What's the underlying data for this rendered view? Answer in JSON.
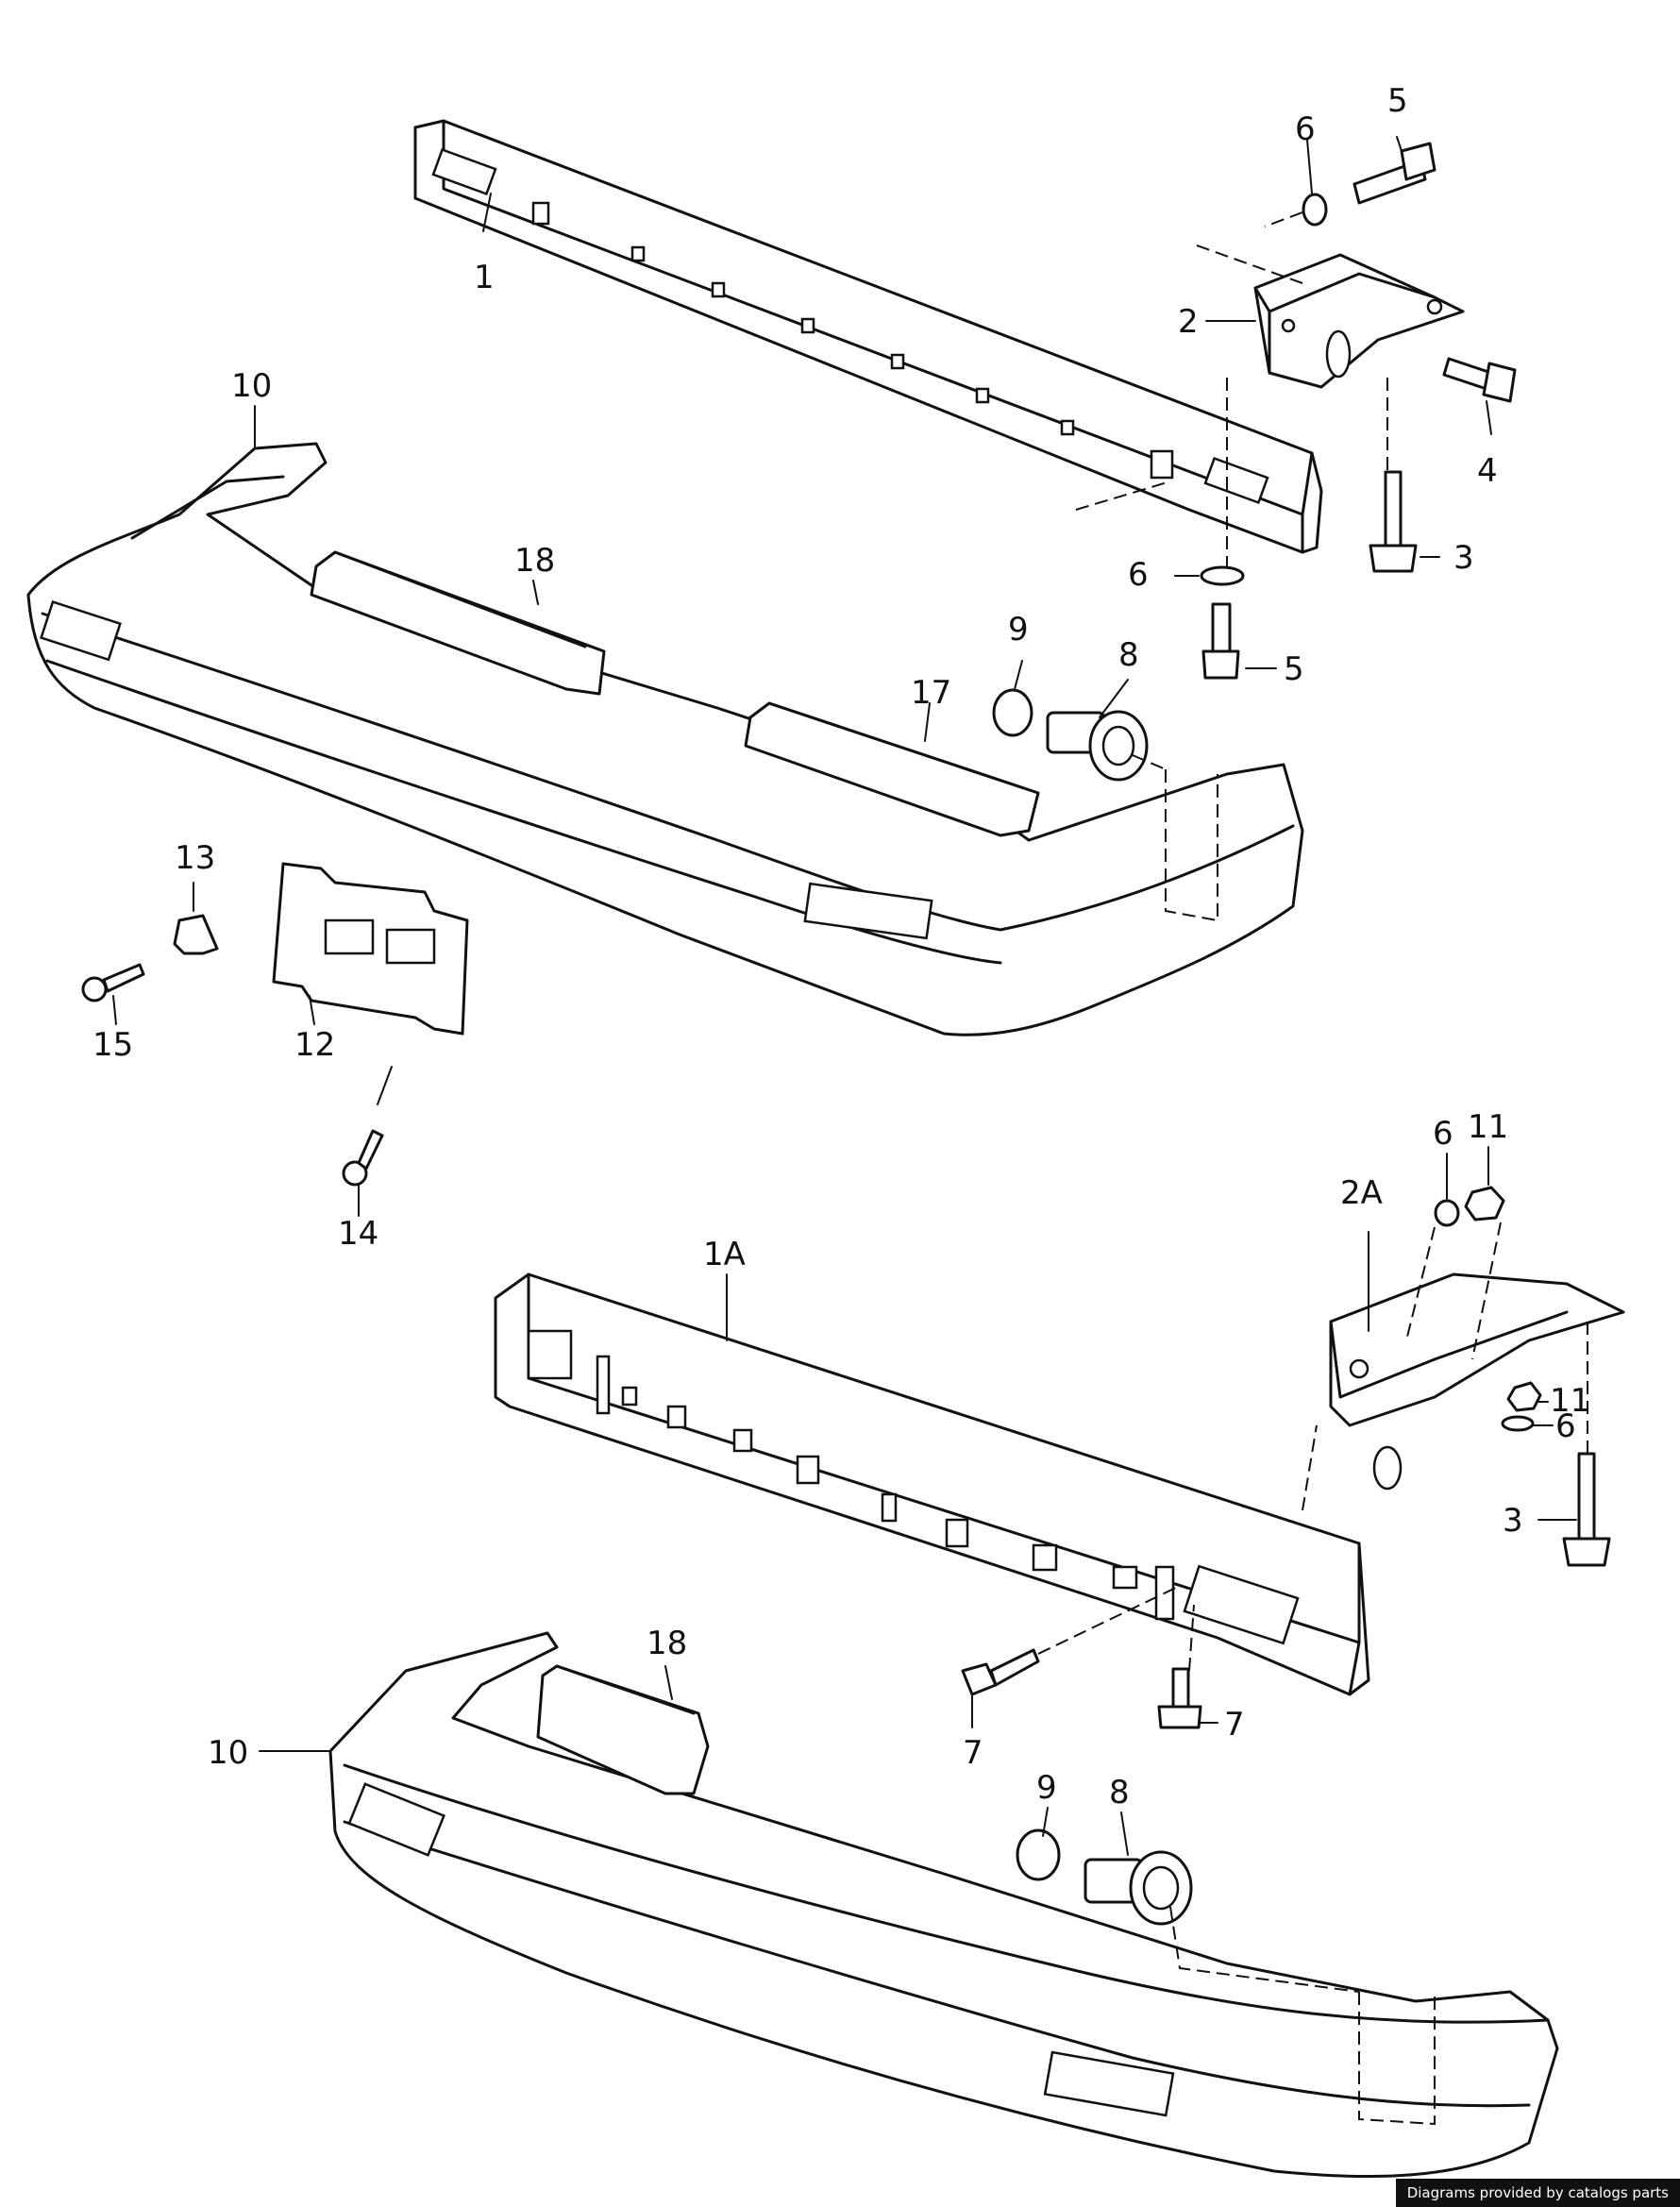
{
  "labels": {
    "p1": "1",
    "p2": "2",
    "p3a": "3",
    "p4": "4",
    "p5a": "5",
    "p6a": "6",
    "p6b": "6",
    "p5b": "5",
    "p8a": "8",
    "p9a": "9",
    "p10a": "10",
    "p17": "17",
    "p18a": "18",
    "p13": "13",
    "p12": "12",
    "p15": "15",
    "p14": "14",
    "p1A": "1A",
    "p2A": "2A",
    "p6c": "6",
    "p11a": "11",
    "p11b": "11",
    "p6d": "6",
    "p3b": "3",
    "p7a": "7",
    "p7b": "7",
    "p18b": "18",
    "p10b": "10",
    "p9b": "9",
    "p8b": "8"
  },
  "credit": "Diagrams provided by catalogs parts"
}
